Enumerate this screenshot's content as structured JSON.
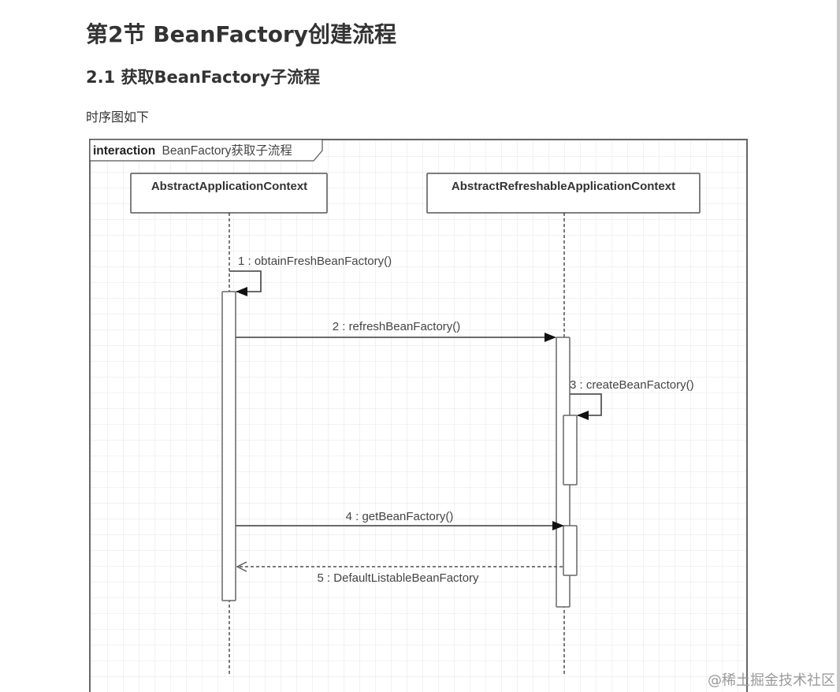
{
  "document": {
    "section_title": "第2节 BeanFactory创建流程",
    "subsection_title": "2.1 获取BeanFactory子流程",
    "intro_text": "时序图如下"
  },
  "diagram": {
    "type": "uml-sequence",
    "frame": {
      "keyword": "interaction",
      "name": "BeanFactory获取子流程"
    },
    "lifelines": [
      {
        "name": "AbstractApplicationContext"
      },
      {
        "name": "AbstractRefreshableApplicationContext"
      }
    ],
    "messages": [
      {
        "label": "1 : obtainFreshBeanFactory()",
        "from": "AbstractApplicationContext",
        "to": "AbstractApplicationContext",
        "kind": "self-call"
      },
      {
        "label": "2 : refreshBeanFactory()",
        "from": "AbstractApplicationContext",
        "to": "AbstractRefreshableApplicationContext",
        "kind": "sync"
      },
      {
        "label": "3 : createBeanFactory()",
        "from": "AbstractRefreshableApplicationContext",
        "to": "AbstractRefreshableApplicationContext",
        "kind": "self-call"
      },
      {
        "label": "4 : getBeanFactory()",
        "from": "AbstractApplicationContext",
        "to": "AbstractRefreshableApplicationContext",
        "kind": "sync"
      },
      {
        "label": "5 : DefaultListableBeanFactory",
        "from": "AbstractRefreshableApplicationContext",
        "to": "AbstractApplicationContext",
        "kind": "return"
      }
    ]
  },
  "watermark": "@稀土掘金技术社区"
}
